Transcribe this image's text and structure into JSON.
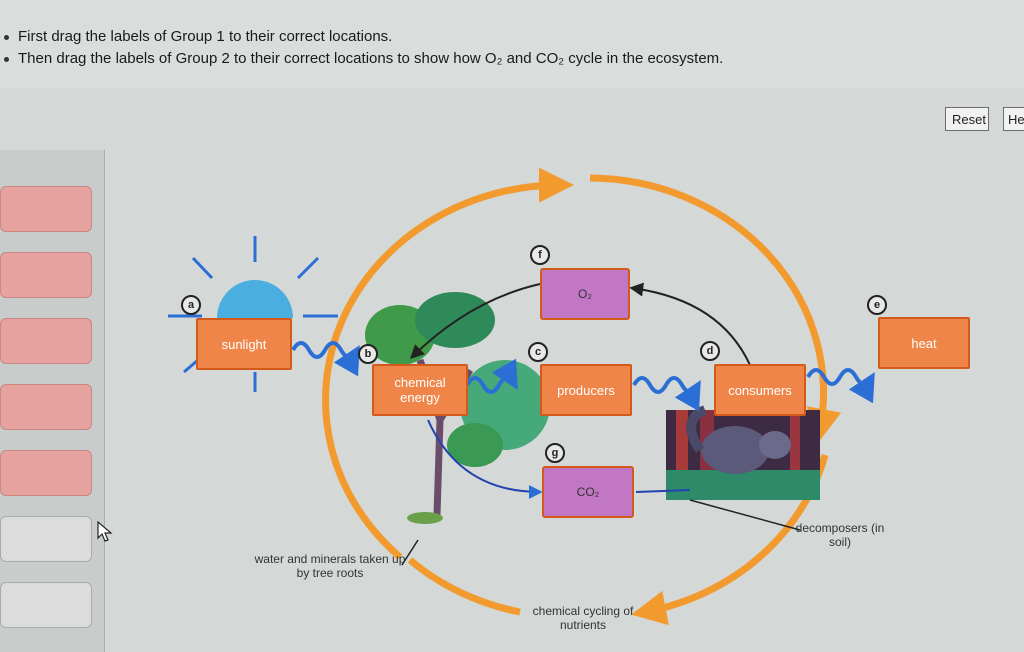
{
  "instructions": {
    "line1": "First drag the labels of Group 1 to their correct locations.",
    "line2": "Then drag the labels of Group 2 to their correct locations to show how O₂ and CO₂ cycle in the ecosystem."
  },
  "toolbar": {
    "reset_label": "Reset",
    "help_label": "He"
  },
  "labels": {
    "sunlight": "sunlight",
    "heat": "heat",
    "chemical_energy": "chemical energy",
    "producers": "producers",
    "consumers": "consumers"
  },
  "placeholders": {
    "o2": "O₂",
    "co2": "CO₂"
  },
  "captions": {
    "water": "water and minerals taken up by tree roots",
    "decomposers": "decomposers (in soil)",
    "cycling": "chemical cycling of nutrients"
  },
  "targets": [
    "a",
    "b",
    "c",
    "d",
    "e",
    "f",
    "g"
  ],
  "colors": {
    "label_fill": "#f0854a",
    "label_border": "#d35a19",
    "placeholder_fill": "#c277c4",
    "cycle_orange": "#f29a2e",
    "arrow_blue": "#2b6fd6",
    "sun": "#4aaee0"
  }
}
